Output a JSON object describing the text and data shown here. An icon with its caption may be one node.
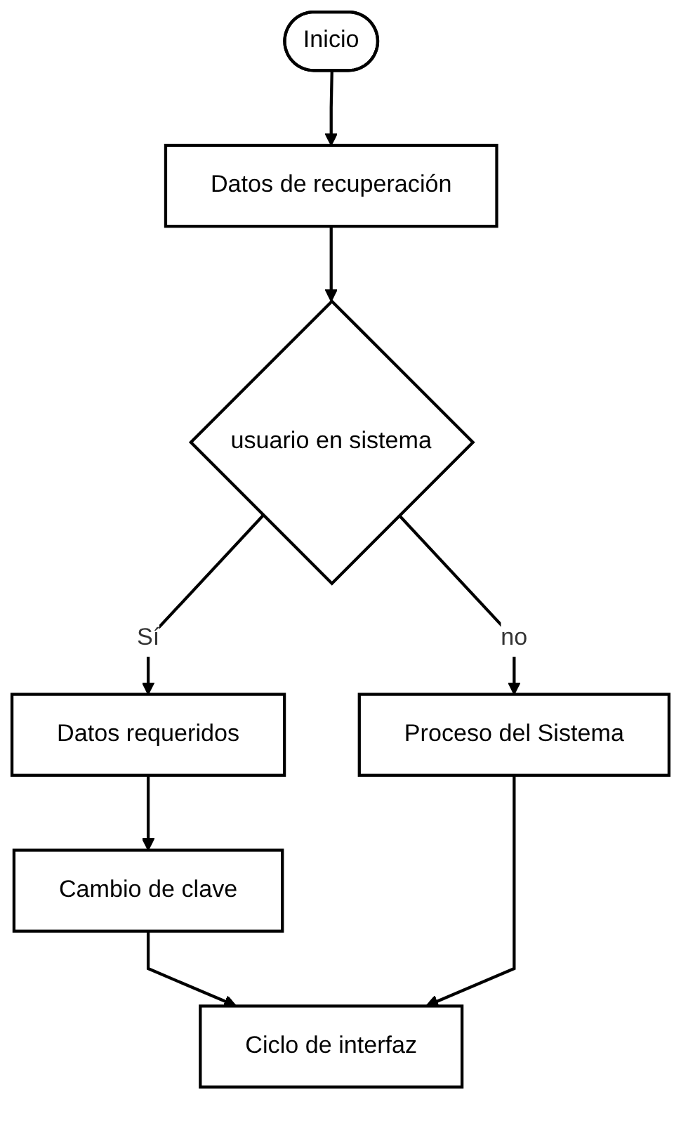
{
  "diagram": {
    "nodes": [
      {
        "text": [
          "Inicio"
        ]
      },
      {
        "text": [
          "Datos de recuperación"
        ]
      },
      {
        "text": [
          "usuario en sistema"
        ]
      },
      {
        "text": [
          "Datos requeridos"
        ]
      },
      {
        "text": [
          "Proceso del Sistema"
        ]
      },
      {
        "text": [
          "Cambio de clave"
        ]
      },
      {
        "text": [
          "Ciclo de interfaz"
        ]
      }
    ],
    "edges": [
      {
        "from": 0,
        "to": 1,
        "arrow": "to"
      },
      {
        "from": 1,
        "to": 2,
        "arrow": "to"
      },
      {
        "from": 2,
        "to": 3,
        "arrow": "to",
        "label": "Sí"
      },
      {
        "from": 2,
        "to": 4,
        "arrow": "to",
        "label": "no"
      },
      {
        "from": 3,
        "to": 5,
        "arrow": "to"
      },
      {
        "from": 5,
        "to": 6,
        "arrow": "to"
      },
      {
        "from": 4,
        "to": 6,
        "arrow": "to"
      }
    ]
  }
}
